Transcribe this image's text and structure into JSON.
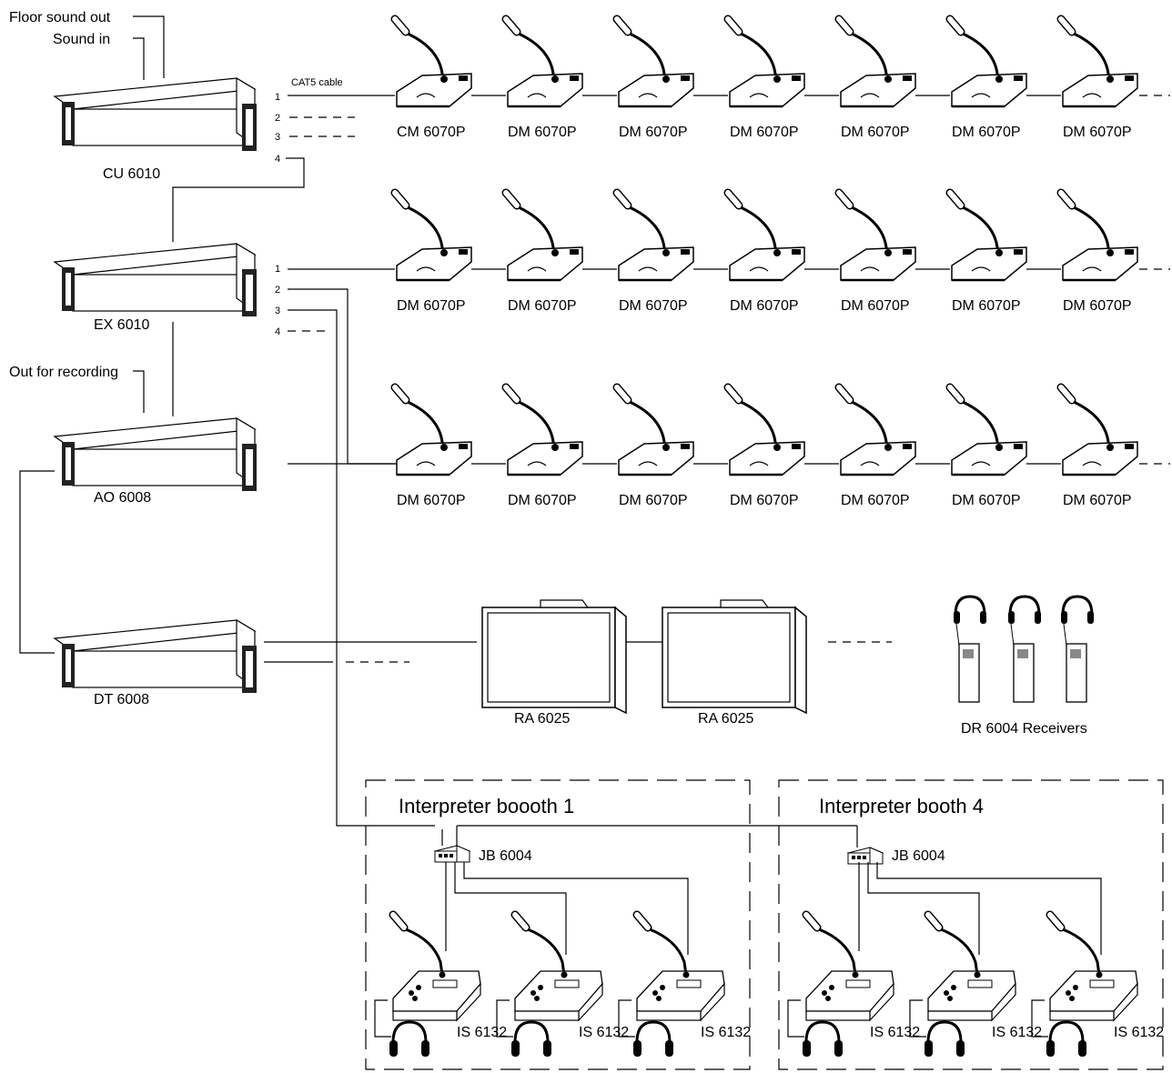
{
  "inputs": {
    "floor_sound_out": "Floor sound out",
    "sound_in": "Sound in",
    "out_for_recording": "Out for recording"
  },
  "cable_label": "CAT5 cable",
  "ports": [
    "1",
    "2",
    "3",
    "4"
  ],
  "units": {
    "cu": "CU 6010",
    "ex": "EX 6010",
    "ao": "AO 6008",
    "dt": "DT 6008"
  },
  "mic_rows": [
    [
      "CM 6070P",
      "DM 6070P",
      "DM 6070P",
      "DM 6070P",
      "DM 6070P",
      "DM 6070P",
      "DM 6070P"
    ],
    [
      "DM 6070P",
      "DM 6070P",
      "DM 6070P",
      "DM 6070P",
      "DM 6070P",
      "DM 6070P",
      "DM 6070P"
    ],
    [
      "DM 6070P",
      "DM 6070P",
      "DM 6070P",
      "DM 6070P",
      "DM 6070P",
      "DM 6070P",
      "DM 6070P"
    ]
  ],
  "radiators": [
    "RA 6025",
    "RA 6025"
  ],
  "receivers_label": "DR 6004 Receivers",
  "booths": [
    {
      "title": "Interpreter boooth 1",
      "jb": "JB 6004",
      "consoles": [
        "IS 6132",
        "IS 6132",
        "IS 6132"
      ]
    },
    {
      "title": "Interpreter booth 4",
      "jb": "JB 6004",
      "consoles": [
        "IS 6132",
        "IS 6132",
        "IS 6132"
      ]
    }
  ],
  "icons": {
    "rack": "rack-unit-icon",
    "mic": "delegate-microphone-icon",
    "radiator": "ir-radiator-icon",
    "receiver": "headphone-receiver-icon",
    "jb": "junction-box-icon",
    "console": "interpreter-console-icon"
  }
}
